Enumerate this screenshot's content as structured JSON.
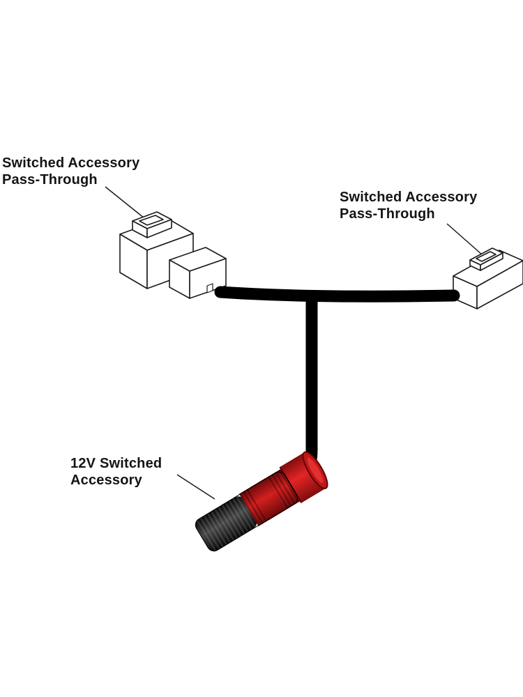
{
  "diagram": {
    "background": "#ffffff",
    "colors": {
      "cable": "#000000",
      "outline": "#1a1a1a",
      "connector_fill": "#ffffff",
      "plug_red_bright": "#d41f1f",
      "plug_red_dark": "#5e0707",
      "plug_black": "#141414",
      "label_text": "#141414"
    },
    "labels": {
      "left_connector": "Switched Accessory\nPass-Through",
      "right_connector": "Switched Accessory\nPass-Through",
      "accessory_plug": "12V Switched\nAccessory"
    }
  }
}
